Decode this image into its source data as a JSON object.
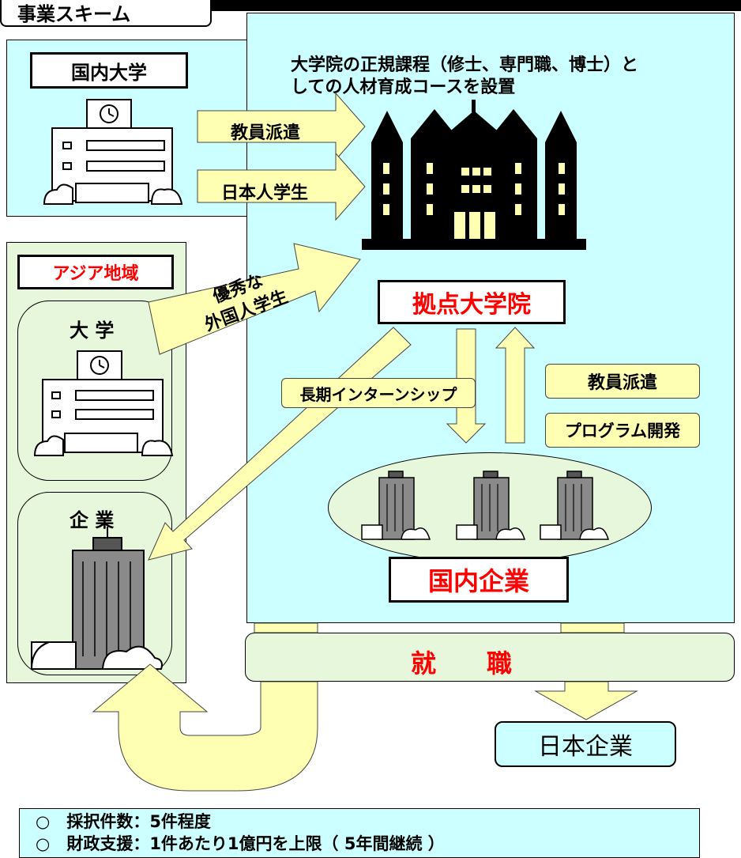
{
  "header": {
    "title": "事業スキーム"
  },
  "domestic_university": {
    "label": "国内大学"
  },
  "asia": {
    "label": "アジア地域",
    "university_label": "大 学",
    "company_label": "企 業"
  },
  "graduate_course_note": {
    "line1": "大学院の正規課程（修士、専門職、博士）と",
    "line2": "しての人材育成コースを設置"
  },
  "arrows": {
    "faculty_dispatch": "教員派遣",
    "japanese_students": "日本人学生",
    "excellent_foreign_students_line1": "優秀な",
    "excellent_foreign_students_line2": "外国人学生",
    "long_internship": "長期インターンシップ",
    "faculty_dispatch_right": "教員派遣",
    "program_development": "プログラム開発"
  },
  "hub_graduate_school": {
    "label": "拠点大学院"
  },
  "domestic_companies": {
    "label": "国内企業"
  },
  "employment": {
    "label": "就　　職"
  },
  "japanese_companies": {
    "label": "日本企業"
  },
  "summary": {
    "line1": "○　採択件数：5件程度",
    "line2": "○　財政支援：1件あたり1億円を上限（ 5年間継続 ）"
  },
  "colors": {
    "cyan": "#ccffff",
    "light_green": "#e6f7dc",
    "yellow": "#ffffb3",
    "red": "#ff0000",
    "black": "#000000"
  }
}
